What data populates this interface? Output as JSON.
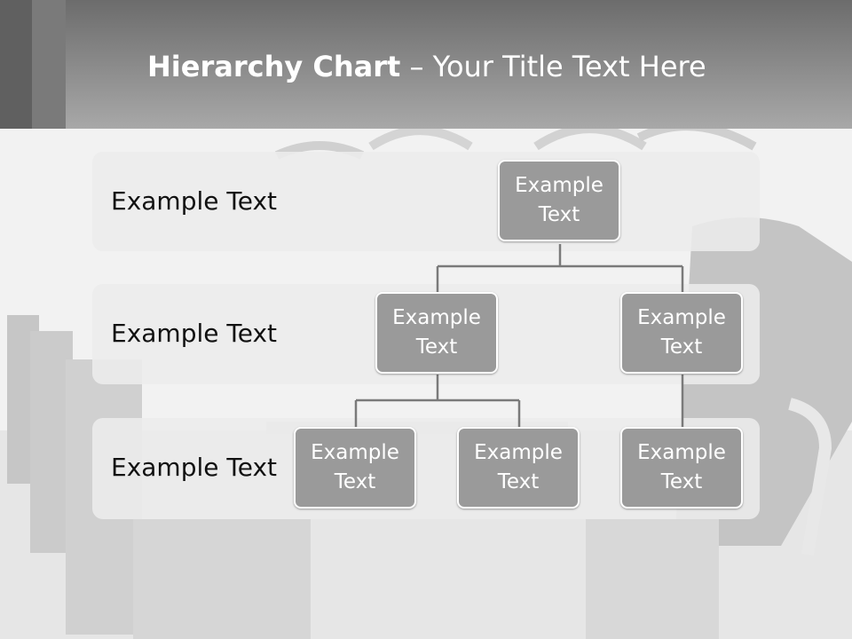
{
  "title": {
    "bold": "Hierarchy Chart",
    "rest": " – Your Title Text Here"
  },
  "levels": [
    {
      "label": "Example Text"
    },
    {
      "label": "Example Text"
    },
    {
      "label": "Example Text"
    }
  ],
  "nodes": [
    {
      "text": "Example Text"
    },
    {
      "text": "Example Text"
    },
    {
      "text": "Example Text"
    },
    {
      "text": "Example Text"
    },
    {
      "text": "Example Text"
    },
    {
      "text": "Example Text"
    }
  ],
  "colors": {
    "node_fill": "#9a9a9a",
    "node_border": "#ffffff",
    "connector": "#7a7a7a",
    "header_dark": "#6c6c6c",
    "header_light": "#a8a8a8"
  }
}
